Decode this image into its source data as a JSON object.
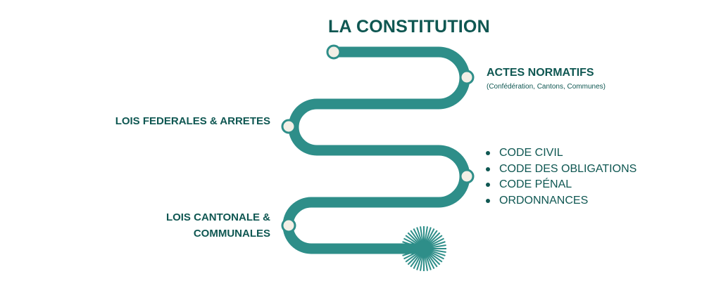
{
  "title": "LA CONSTITUTION",
  "steps": {
    "actes": {
      "label": "ACTES NORMATIFS",
      "sub": "(Confédération, Cantons, Communes)"
    },
    "federales": {
      "label": "LOIS FEDERALES & ARRETES"
    },
    "cantonale": {
      "line1": "LOIS CANTONALE &",
      "line2": "COMMUNALES"
    }
  },
  "codes": [
    "CODE CIVIL",
    "CODE DES OBLIGATIONS",
    "CODE PÉNAL",
    "ORDONNANCES"
  ],
  "colors": {
    "path": "#2e8e89",
    "text": "#0f5752",
    "node_fill": "#f3efe6",
    "burst": "#2e8e89"
  }
}
